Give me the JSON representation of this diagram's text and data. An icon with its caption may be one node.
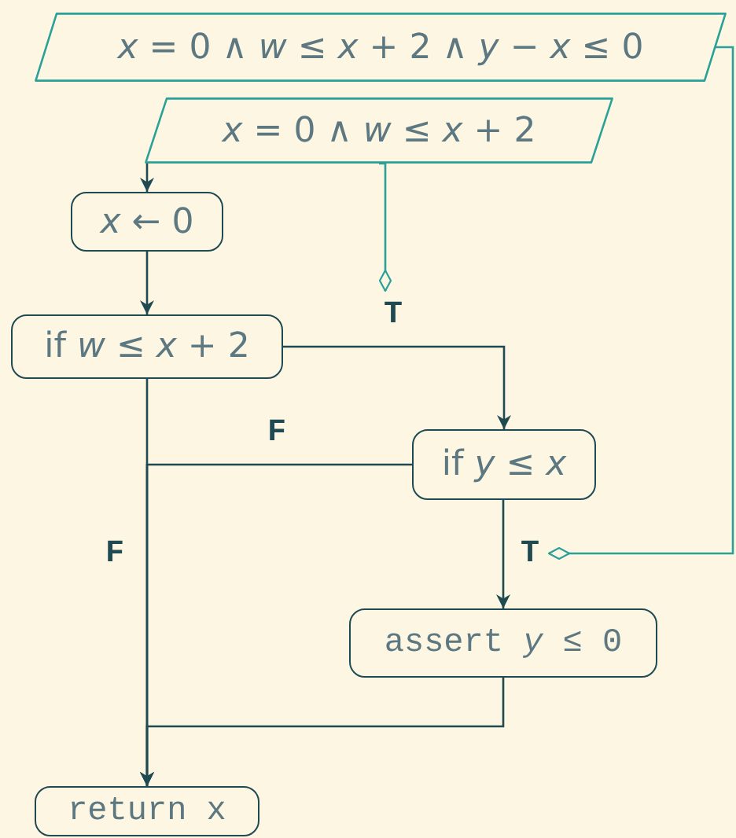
{
  "diagram": {
    "nodes": [
      {
        "text": [
          "*x* = 0 ∧ *w* ≤ *x* + 2 ∧ *y* − *x* ≤ 0"
        ]
      },
      {
        "text": [
          "*x* = 0 ∧ *w* ≤ *x* + 2"
        ]
      },
      {
        "text": [
          "*x* ← 0"
        ]
      },
      {
        "text": [
          "if *w* ≤ *x* + 2"
        ]
      },
      {
        "text": [
          "if *y* ≤ *x*"
        ]
      },
      {
        "text": [
          "assert *y* ≤ 0"
        ]
      },
      {
        "text": [
          "return x"
        ]
      }
    ],
    "edges": [
      {
        "from": 1,
        "to": 2,
        "arrow": "to"
      },
      {
        "from": 2,
        "to": 3,
        "arrow": "to"
      },
      {
        "from": 3,
        "to": 4,
        "arrow": "to",
        "label": "T"
      },
      {
        "from": 4,
        "to": 6,
        "arrow": "to",
        "label": "F"
      },
      {
        "from": 3,
        "to": 6,
        "arrow": "to",
        "label": "F"
      },
      {
        "from": 4,
        "to": 5,
        "arrow": "to",
        "label": "T"
      },
      {
        "from": 5,
        "to": 6,
        "arrow": "to"
      },
      {
        "from": 1,
        "to": null,
        "arrow": "other",
        "color": "#2aa198"
      },
      {
        "from": 0,
        "to": null,
        "arrow": "other",
        "color": "#2aa198"
      }
    ]
  }
}
